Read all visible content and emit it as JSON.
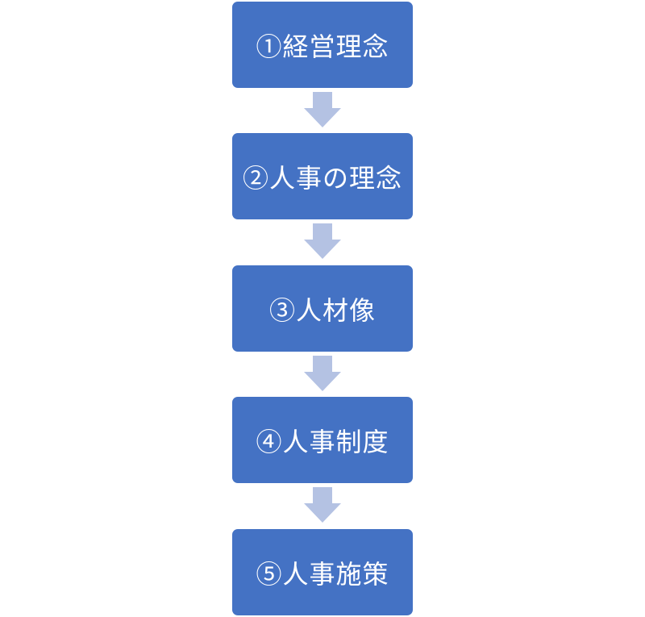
{
  "diagram": {
    "steps": [
      {
        "label": "①経営理念"
      },
      {
        "label": "②人事の理念"
      },
      {
        "label": "③人材像"
      },
      {
        "label": "④人事制度"
      },
      {
        "label": "⑤人事施策"
      }
    ],
    "colors": {
      "box_fill": "#4472c4",
      "box_text": "#ffffff",
      "arrow_fill": "#b4c2e3"
    }
  }
}
